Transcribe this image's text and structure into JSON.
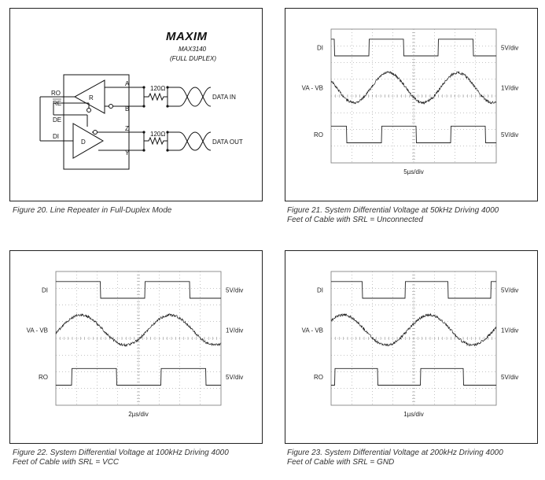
{
  "figure20": {
    "brand": "MAXIM",
    "part": "MAX3140",
    "mode": "(FULL DUPLEX)",
    "pins": {
      "ro": "RO",
      "re": "RE",
      "de": "DE",
      "di": "DI",
      "a": "A",
      "b": "B",
      "z": "Z",
      "y": "Y"
    },
    "receiver": "R",
    "driver": "D",
    "resistor1": "120Ω",
    "resistor2": "120Ω",
    "data_in": "DATA IN",
    "data_out": "DATA OUT",
    "caption": "Figure 20. Line Repeater in Full-Duplex Mode"
  },
  "scopes": [
    {
      "id": "fig21",
      "trace_labels": [
        "DI",
        "VA - VB",
        "RO"
      ],
      "scales": [
        "5V/div",
        "1V/div",
        "5V/div"
      ],
      "timebase": "5µs/div",
      "frequency_khz": 50,
      "caption_line1": "Figure 21. System Differential Voltage at 50kHz Driving 4000",
      "caption_line2": "Feet of Cable with SRL = Unconnected"
    },
    {
      "id": "fig22",
      "trace_labels": [
        "DI",
        "VA - VB",
        "RO"
      ],
      "scales": [
        "5V/div",
        "1V/div",
        "5V/div"
      ],
      "timebase": "2µs/div",
      "frequency_khz": 100,
      "caption_line1": "Figure 22. System Differential Voltage at 100kHz Driving 4000",
      "caption_line2": "Feet of Cable with SRL = VCC"
    },
    {
      "id": "fig23",
      "trace_labels": [
        "DI",
        "VA - VB",
        "RO"
      ],
      "scales": [
        "5V/div",
        "1V/div",
        "5V/div"
      ],
      "timebase": "1µs/div",
      "frequency_khz": 200,
      "caption_line1": "Figure 23. System Differential Voltage at 200kHz Driving 4000",
      "caption_line2": "Feet of Cable with SRL = GND"
    }
  ]
}
